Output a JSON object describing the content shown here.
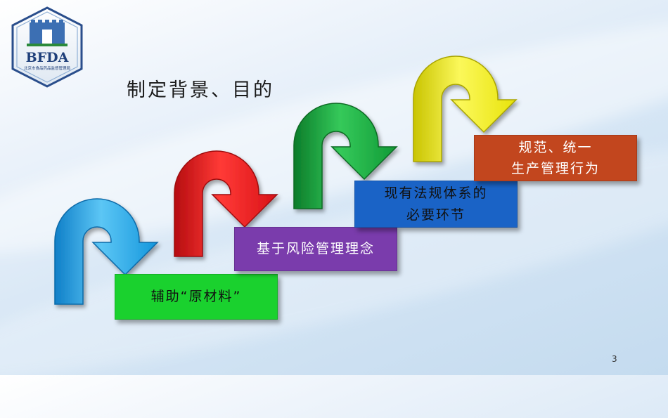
{
  "logo": {
    "text": "BFDA",
    "subtitle": "北京市食品药品监督管理局"
  },
  "title": "制定背景、目的",
  "steps": [
    {
      "lines": [
        "辅助“原材料”"
      ],
      "color": "#1ad12e"
    },
    {
      "lines": [
        "基于风险管理理念"
      ],
      "color": "#7a3cac"
    },
    {
      "lines": [
        "现有法规体系的",
        "必要环节"
      ],
      "color": "#1a63c6"
    },
    {
      "lines": [
        "规范、统一",
        "生产管理行为"
      ],
      "color": "#c2461e"
    }
  ],
  "arrows": [
    {
      "name": "arrow-blue",
      "color": "#1e9fe0"
    },
    {
      "name": "arrow-red",
      "color": "#e8141c"
    },
    {
      "name": "arrow-green",
      "color": "#16a83c"
    },
    {
      "name": "arrow-yellow",
      "color": "#f2ee0e"
    }
  ],
  "page_number": "3"
}
